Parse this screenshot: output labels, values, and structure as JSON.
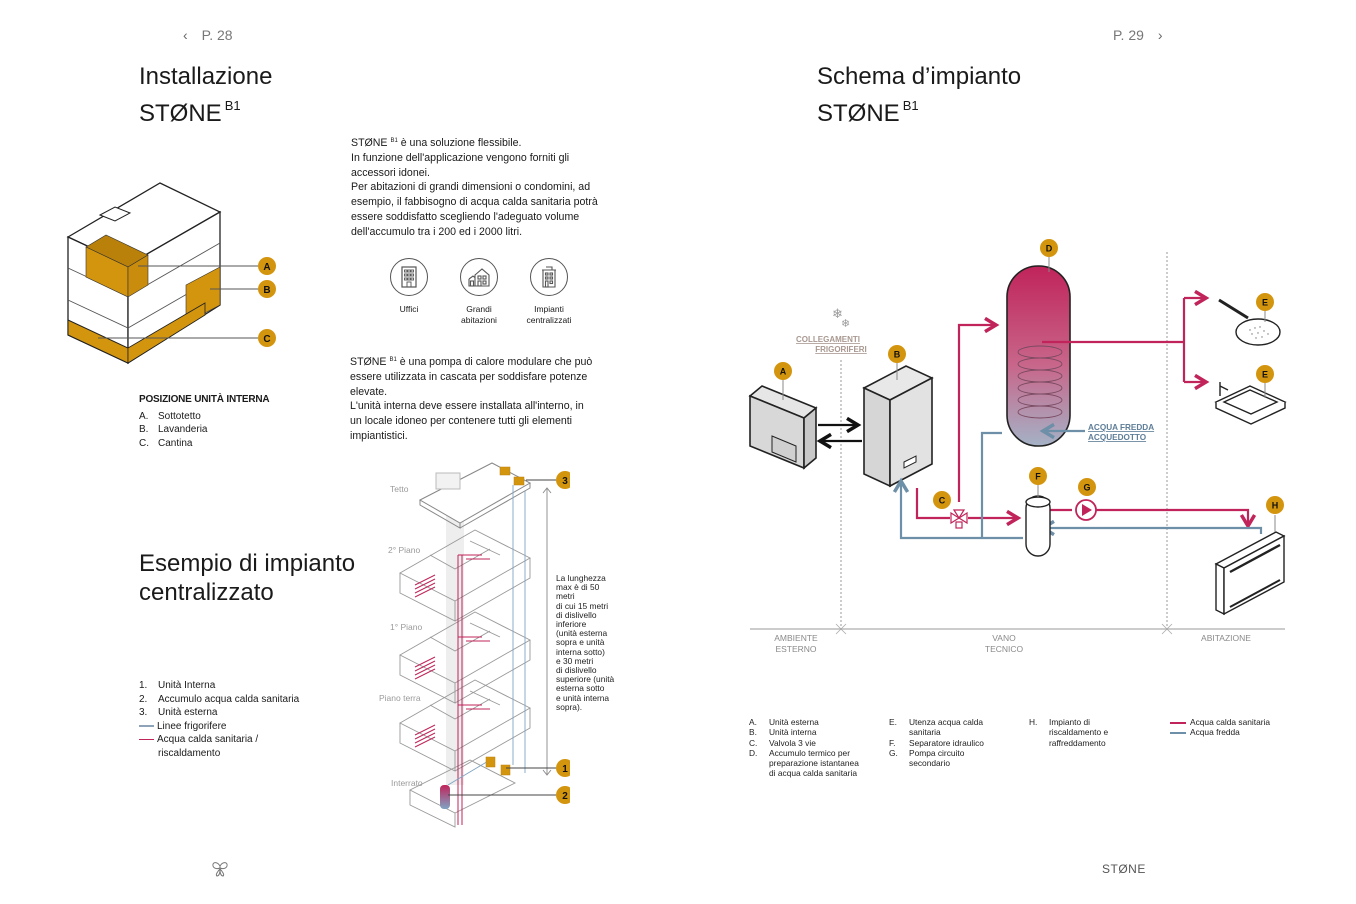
{
  "colors": {
    "accent_gold": "#D4950E",
    "hot_water": "#C0245A",
    "cold_water": "#6E8FA8",
    "text": "#1a1a1a",
    "muted": "#8a8a8a"
  },
  "left_page": {
    "page_label": "P. 28",
    "prev_icon": "chevron-left-icon",
    "title_line1": "Installazione",
    "title_line2": "STØNE",
    "title_sup": "B1",
    "intro": {
      "lines": [
        "STØNE ",
        "In funzione dell'applicazione vengono forniti gli",
        "accessori idonei.",
        "Per abitazioni di grandi dimensioni o condomini, ad",
        "esempio, il fabbisogno di acqua calda sanitaria potrà",
        "essere soddisfatto scegliendo l'adeguato volume",
        "dell'accumulo tra i 200 ed i 2000 litri."
      ],
      "sup": "B1",
      "first_line_rest": " è una soluzione flessibile."
    },
    "applications": [
      {
        "icon": "office-building-icon",
        "label_line1": "Uffici",
        "label_line2": ""
      },
      {
        "icon": "houses-icon",
        "label_line1": "Grandi",
        "label_line2": "abitazioni"
      },
      {
        "icon": "apartment-block-icon",
        "label_line1": "Impianti",
        "label_line2": "centralizzati"
      }
    ],
    "description": {
      "first_word": "STØNE ",
      "sup": "B1",
      "lines": [
        " è una pompa di calore modulare che può",
        "essere utilizzata in cascata per soddisfare potenze",
        "elevate.",
        "L'unità interna deve essere installata all'interno, in",
        "un locale idoneo per contenere tutti gli elementi",
        "impiantistici."
      ]
    },
    "house_diagram": {
      "markers": [
        "A",
        "B",
        "C"
      ]
    },
    "position": {
      "heading": "POSIZIONE UNITÀ INTERNA",
      "items": [
        {
          "key": "A.",
          "label": "Sottotetto"
        },
        {
          "key": "B.",
          "label": "Lavanderia"
        },
        {
          "key": "C.",
          "label": "Cantina"
        }
      ]
    },
    "section2_title_line1": "Esempio di impianto",
    "section2_title_line2": "centralizzato",
    "section2_list": [
      {
        "key": "1.",
        "label": "Unità Interna"
      },
      {
        "key": "2.",
        "label": "Accumulo acqua calda sanitaria"
      },
      {
        "key": "3.",
        "label": "Unità esterna"
      }
    ],
    "section2_legend": [
      {
        "color": "#8FA3B8",
        "label": "Linee frigorifere"
      },
      {
        "color": "#C0245A",
        "label_line1": "Acqua calda sanitaria /",
        "label_line2": "riscaldamento"
      }
    ],
    "building_floors": [
      "Tetto",
      "2° Piano",
      "1° Piano",
      "Piano terra",
      "Interrato"
    ],
    "building_markers": [
      "3",
      "1",
      "2"
    ],
    "height_note": [
      "La lunghezza",
      "max è di 50",
      "metri",
      "di cui 15 metri",
      "di dislivello",
      "inferiore",
      "(unità esterna",
      "sopra e unità",
      "interna sotto)",
      "e 30 metri",
      "di dislivello",
      "superiore (unità",
      "esterna sotto",
      "e unità interna",
      "sopra)."
    ],
    "footer_icon": "butterfly-logo-icon"
  },
  "right_page": {
    "page_label": "P. 29",
    "next_icon": "chevron-right-icon",
    "title_line1": "Schema d’impianto",
    "title_line2": "STØNE",
    "title_sup": "B1",
    "schema": {
      "markers": [
        "A",
        "B",
        "C",
        "D",
        "E",
        "E",
        "F",
        "G",
        "H"
      ],
      "refrigerant_label_line1": "COLLEGAMENTI",
      "refrigerant_label_line2": "FRIGORIFERI",
      "cold_inlet_line1": "ACQUA FREDDA",
      "cold_inlet_line2": "ACQUEDOTTO",
      "zones": [
        {
          "line1": "AMBIENTE",
          "line2": "ESTERNO"
        },
        {
          "line1": "VANO",
          "line2": "TECNICO"
        },
        {
          "line1": "ABITAZIONE",
          "line2": ""
        }
      ]
    },
    "legend_col1": [
      {
        "key": "A.",
        "lines": [
          "Unità esterna"
        ]
      },
      {
        "key": "B.",
        "lines": [
          "Unità interna"
        ]
      },
      {
        "key": "C.",
        "lines": [
          "Valvola 3 vie"
        ]
      },
      {
        "key": "D.",
        "lines": [
          "Accumulo termico per",
          "preparazione istantanea",
          "di acqua calda sanitaria"
        ]
      }
    ],
    "legend_col2": [
      {
        "key": "E.",
        "lines": [
          "Utenza acqua calda",
          "sanitaria"
        ]
      },
      {
        "key": "F.",
        "lines": [
          "Separatore idraulico"
        ]
      },
      {
        "key": "G.",
        "lines": [
          "Pompa circuito",
          "secondario"
        ]
      }
    ],
    "legend_col3": [
      {
        "key": "H.",
        "lines": [
          "Impianto di",
          "riscaldamento e",
          "raffreddamento"
        ]
      }
    ],
    "line_legend": [
      {
        "color": "#C0245A",
        "label": "Acqua calda sanitaria"
      },
      {
        "color": "#6E8FA8",
        "label": "Acqua fredda"
      }
    ],
    "footer_brand": "STØNE"
  }
}
